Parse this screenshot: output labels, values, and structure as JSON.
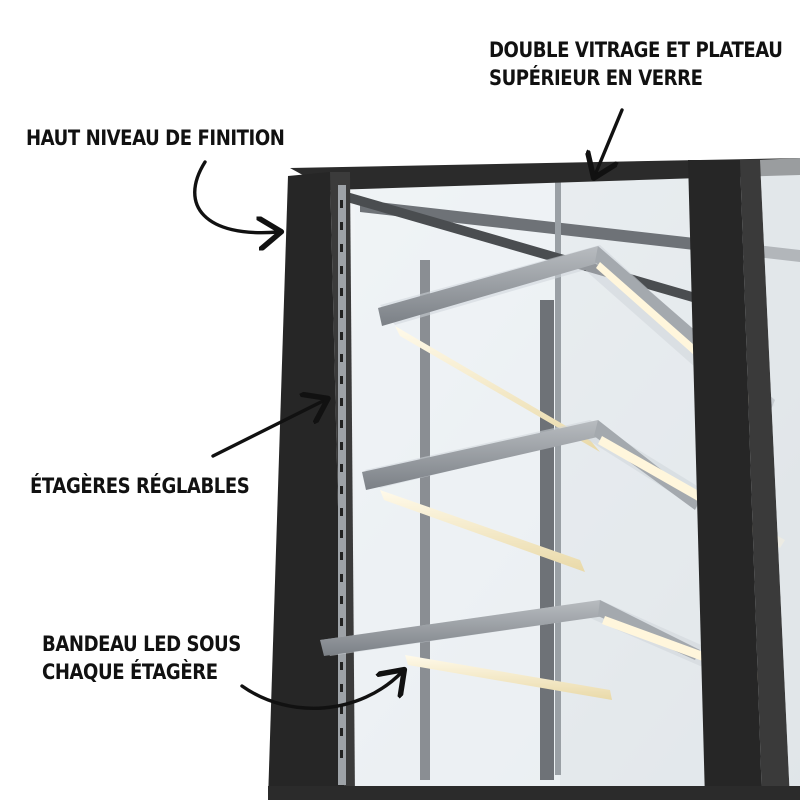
{
  "annotations": {
    "top_glass": {
      "line1": "Double vitrage et plateau",
      "line2": "supérieur en verre"
    },
    "finish": {
      "text": "Haut niveau de finition"
    },
    "shelves": {
      "text": "Étagères réglables"
    },
    "led": {
      "line1": "Bandeau LED sous",
      "line2": "chaque étagère"
    }
  },
  "colors": {
    "frame": "#2b2b2b",
    "shelf_metal": "#8f9499",
    "glass": "#e8edf1",
    "led": "#fff6dc",
    "arrow": "#111111"
  },
  "icons": [
    "curved-arrow-icon",
    "straight-arrow-icon"
  ]
}
